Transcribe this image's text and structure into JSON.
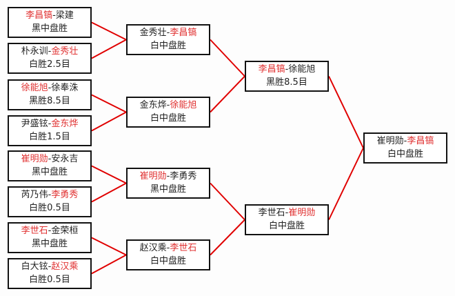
{
  "separator": "-",
  "colors": {
    "winner": "#e03030",
    "line": "#e00000",
    "border": "#111111"
  },
  "rounds": [
    [
      {
        "p1": "李昌镐",
        "p2": "梁建",
        "winner": 1,
        "result": "黑中盘胜"
      },
      {
        "p1": "朴永训",
        "p2": "金秀壮",
        "winner": 2,
        "result": "白胜2.5目"
      },
      {
        "p1": "徐能旭",
        "p2": "徐奉洙",
        "winner": 1,
        "result": "黑胜8.5目"
      },
      {
        "p1": "尹盛铉",
        "p2": "金东烨",
        "winner": 2,
        "result": "白胜1.5目"
      },
      {
        "p1": "崔明勋",
        "p2": "安永吉",
        "winner": 1,
        "result": "黑中盘胜"
      },
      {
        "p1": "芮乃伟",
        "p2": "李勇秀",
        "winner": 2,
        "result": "白胜0.5目"
      },
      {
        "p1": "李世石",
        "p2": "金荣桓",
        "winner": 1,
        "result": "黑中盘胜"
      },
      {
        "p1": "白大铉",
        "p2": "赵汉乘",
        "winner": 2,
        "result": "白胜0.5目"
      }
    ],
    [
      {
        "p1": "金秀壮",
        "p2": "李昌镐",
        "winner": 2,
        "result": "白中盘胜"
      },
      {
        "p1": "金东烨",
        "p2": "徐能旭",
        "winner": 2,
        "result": "白中盘胜"
      },
      {
        "p1": "崔明勋",
        "p2": "李勇秀",
        "winner": 1,
        "result": "黑中盘胜"
      },
      {
        "p1": "赵汉乘",
        "p2": "李世石",
        "winner": 2,
        "result": "白中盘胜"
      }
    ],
    [
      {
        "p1": "李昌镐",
        "p2": "徐能旭",
        "winner": 1,
        "result": "黑胜8.5目"
      },
      {
        "p1": "李世石",
        "p2": "崔明勋",
        "winner": 2,
        "result": "白中盘胜"
      }
    ],
    [
      {
        "p1": "崔明勋",
        "p2": "李昌镐",
        "winner": 2,
        "result": "白中盘胜"
      }
    ]
  ]
}
